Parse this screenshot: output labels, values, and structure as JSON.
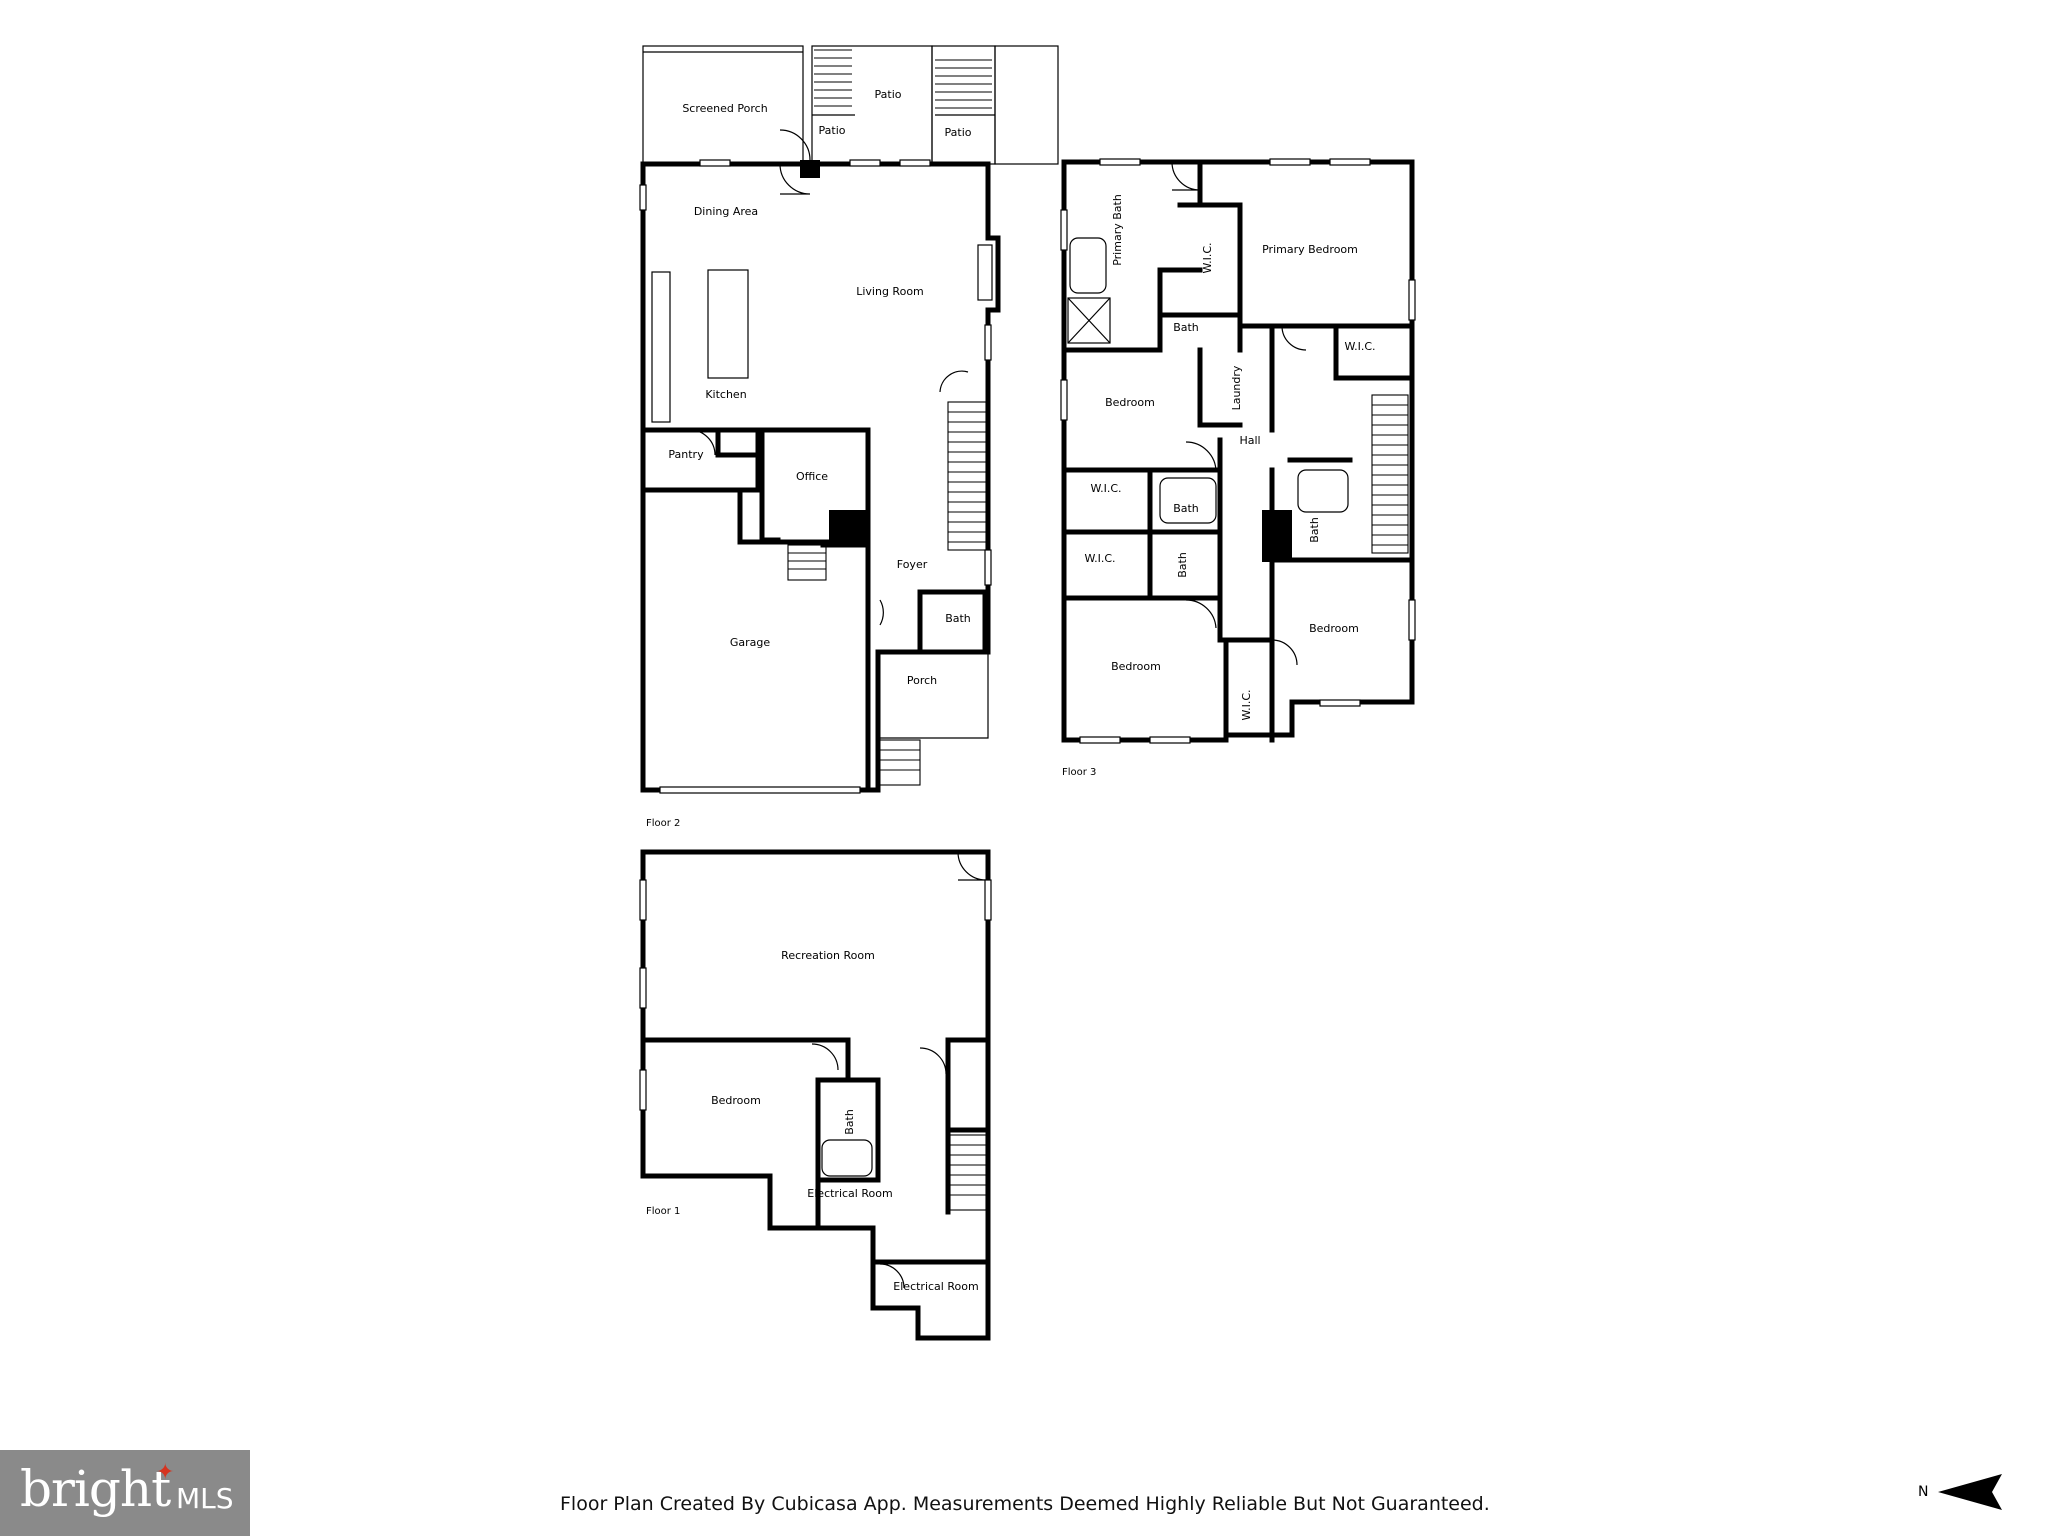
{
  "floors": [
    {
      "label": "Floor 2",
      "rooms": [
        "Screened Porch",
        "Patio",
        "Patio",
        "Patio",
        "Dining Area",
        "Living Room",
        "Kitchen",
        "Pantry",
        "Office",
        "Foyer",
        "Bath",
        "Garage",
        "Porch"
      ]
    },
    {
      "label": "Floor 3",
      "rooms": [
        "Primary Bath",
        "W.I.C.",
        "Primary Bedroom",
        "Bath",
        "W.I.C.",
        "Bedroom",
        "Laundry",
        "Hall",
        "W.I.C.",
        "Bath",
        "Bath",
        "W.I.C.",
        "Bath",
        "Bedroom",
        "Bedroom",
        "W.I.C."
      ]
    },
    {
      "label": "Floor 1",
      "rooms": [
        "Recreation Room",
        "Bedroom",
        "Bath",
        "Electrical Room",
        "Electrical Room"
      ]
    }
  ],
  "footer_note": "Floor Plan Created By Cubicasa App. Measurements Deemed Highly Reliable But Not Guaranteed.",
  "logo": {
    "brand": "bright",
    "suffix": "MLS",
    "accent_color": "#d6331f",
    "background": "#8a8a8a"
  },
  "compass": {
    "label": "N",
    "icon": "north-arrow-icon"
  }
}
